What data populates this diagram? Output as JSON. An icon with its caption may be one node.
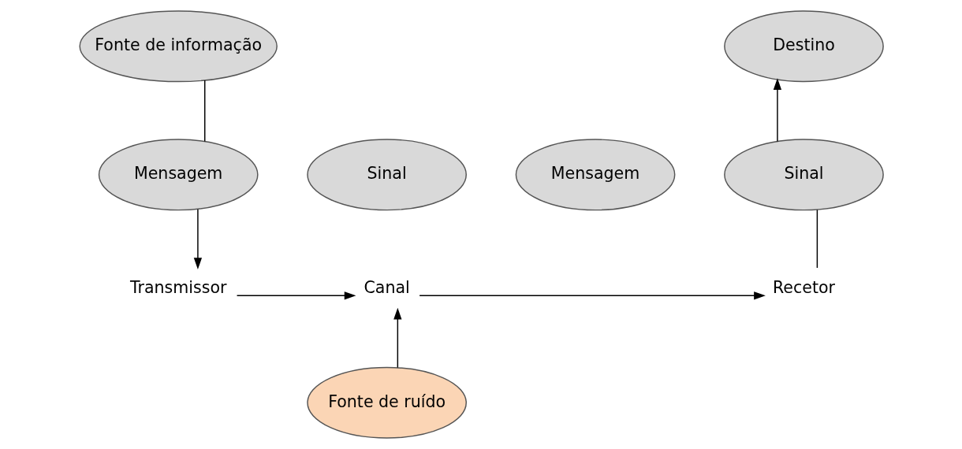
{
  "diagram": {
    "nodes": [
      {
        "text": [
          "Fonte de informação"
        ]
      },
      {
        "text": [
          "Mensagem"
        ]
      },
      {
        "text": [
          "Sinal"
        ]
      },
      {
        "text": [
          "Mensagem"
        ]
      },
      {
        "text": [
          "Sinal"
        ]
      },
      {
        "text": [
          "Destino"
        ]
      },
      {
        "text": [
          "Transmissor"
        ]
      },
      {
        "text": [
          "Canal"
        ]
      },
      {
        "text": [
          "Recetor"
        ]
      },
      {
        "text": [
          "Fonte de ruído"
        ]
      }
    ],
    "edges": [
      {
        "from": 0,
        "to": 1,
        "arrow": "none"
      },
      {
        "from": 1,
        "to": 6,
        "arrow": "to"
      },
      {
        "from": 6,
        "to": 7,
        "arrow": "to"
      },
      {
        "from": 7,
        "to": 8,
        "arrow": "to"
      },
      {
        "from": 8,
        "to": 4,
        "arrow": "none"
      },
      {
        "from": 4,
        "to": 5,
        "arrow": "to"
      },
      {
        "from": 9,
        "to": 7,
        "arrow": "to"
      }
    ]
  }
}
